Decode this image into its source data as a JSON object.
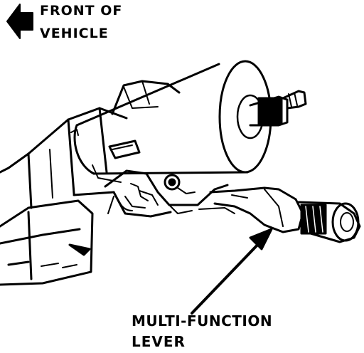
{
  "labels": {
    "front_line1": "FRONT OF",
    "front_line2": "VEHICLE",
    "lever_line1": "MULTI-FUNCTION",
    "lever_line2": "LEVER"
  },
  "colors": {
    "ink": "#000000",
    "paper": "#ffffff"
  }
}
